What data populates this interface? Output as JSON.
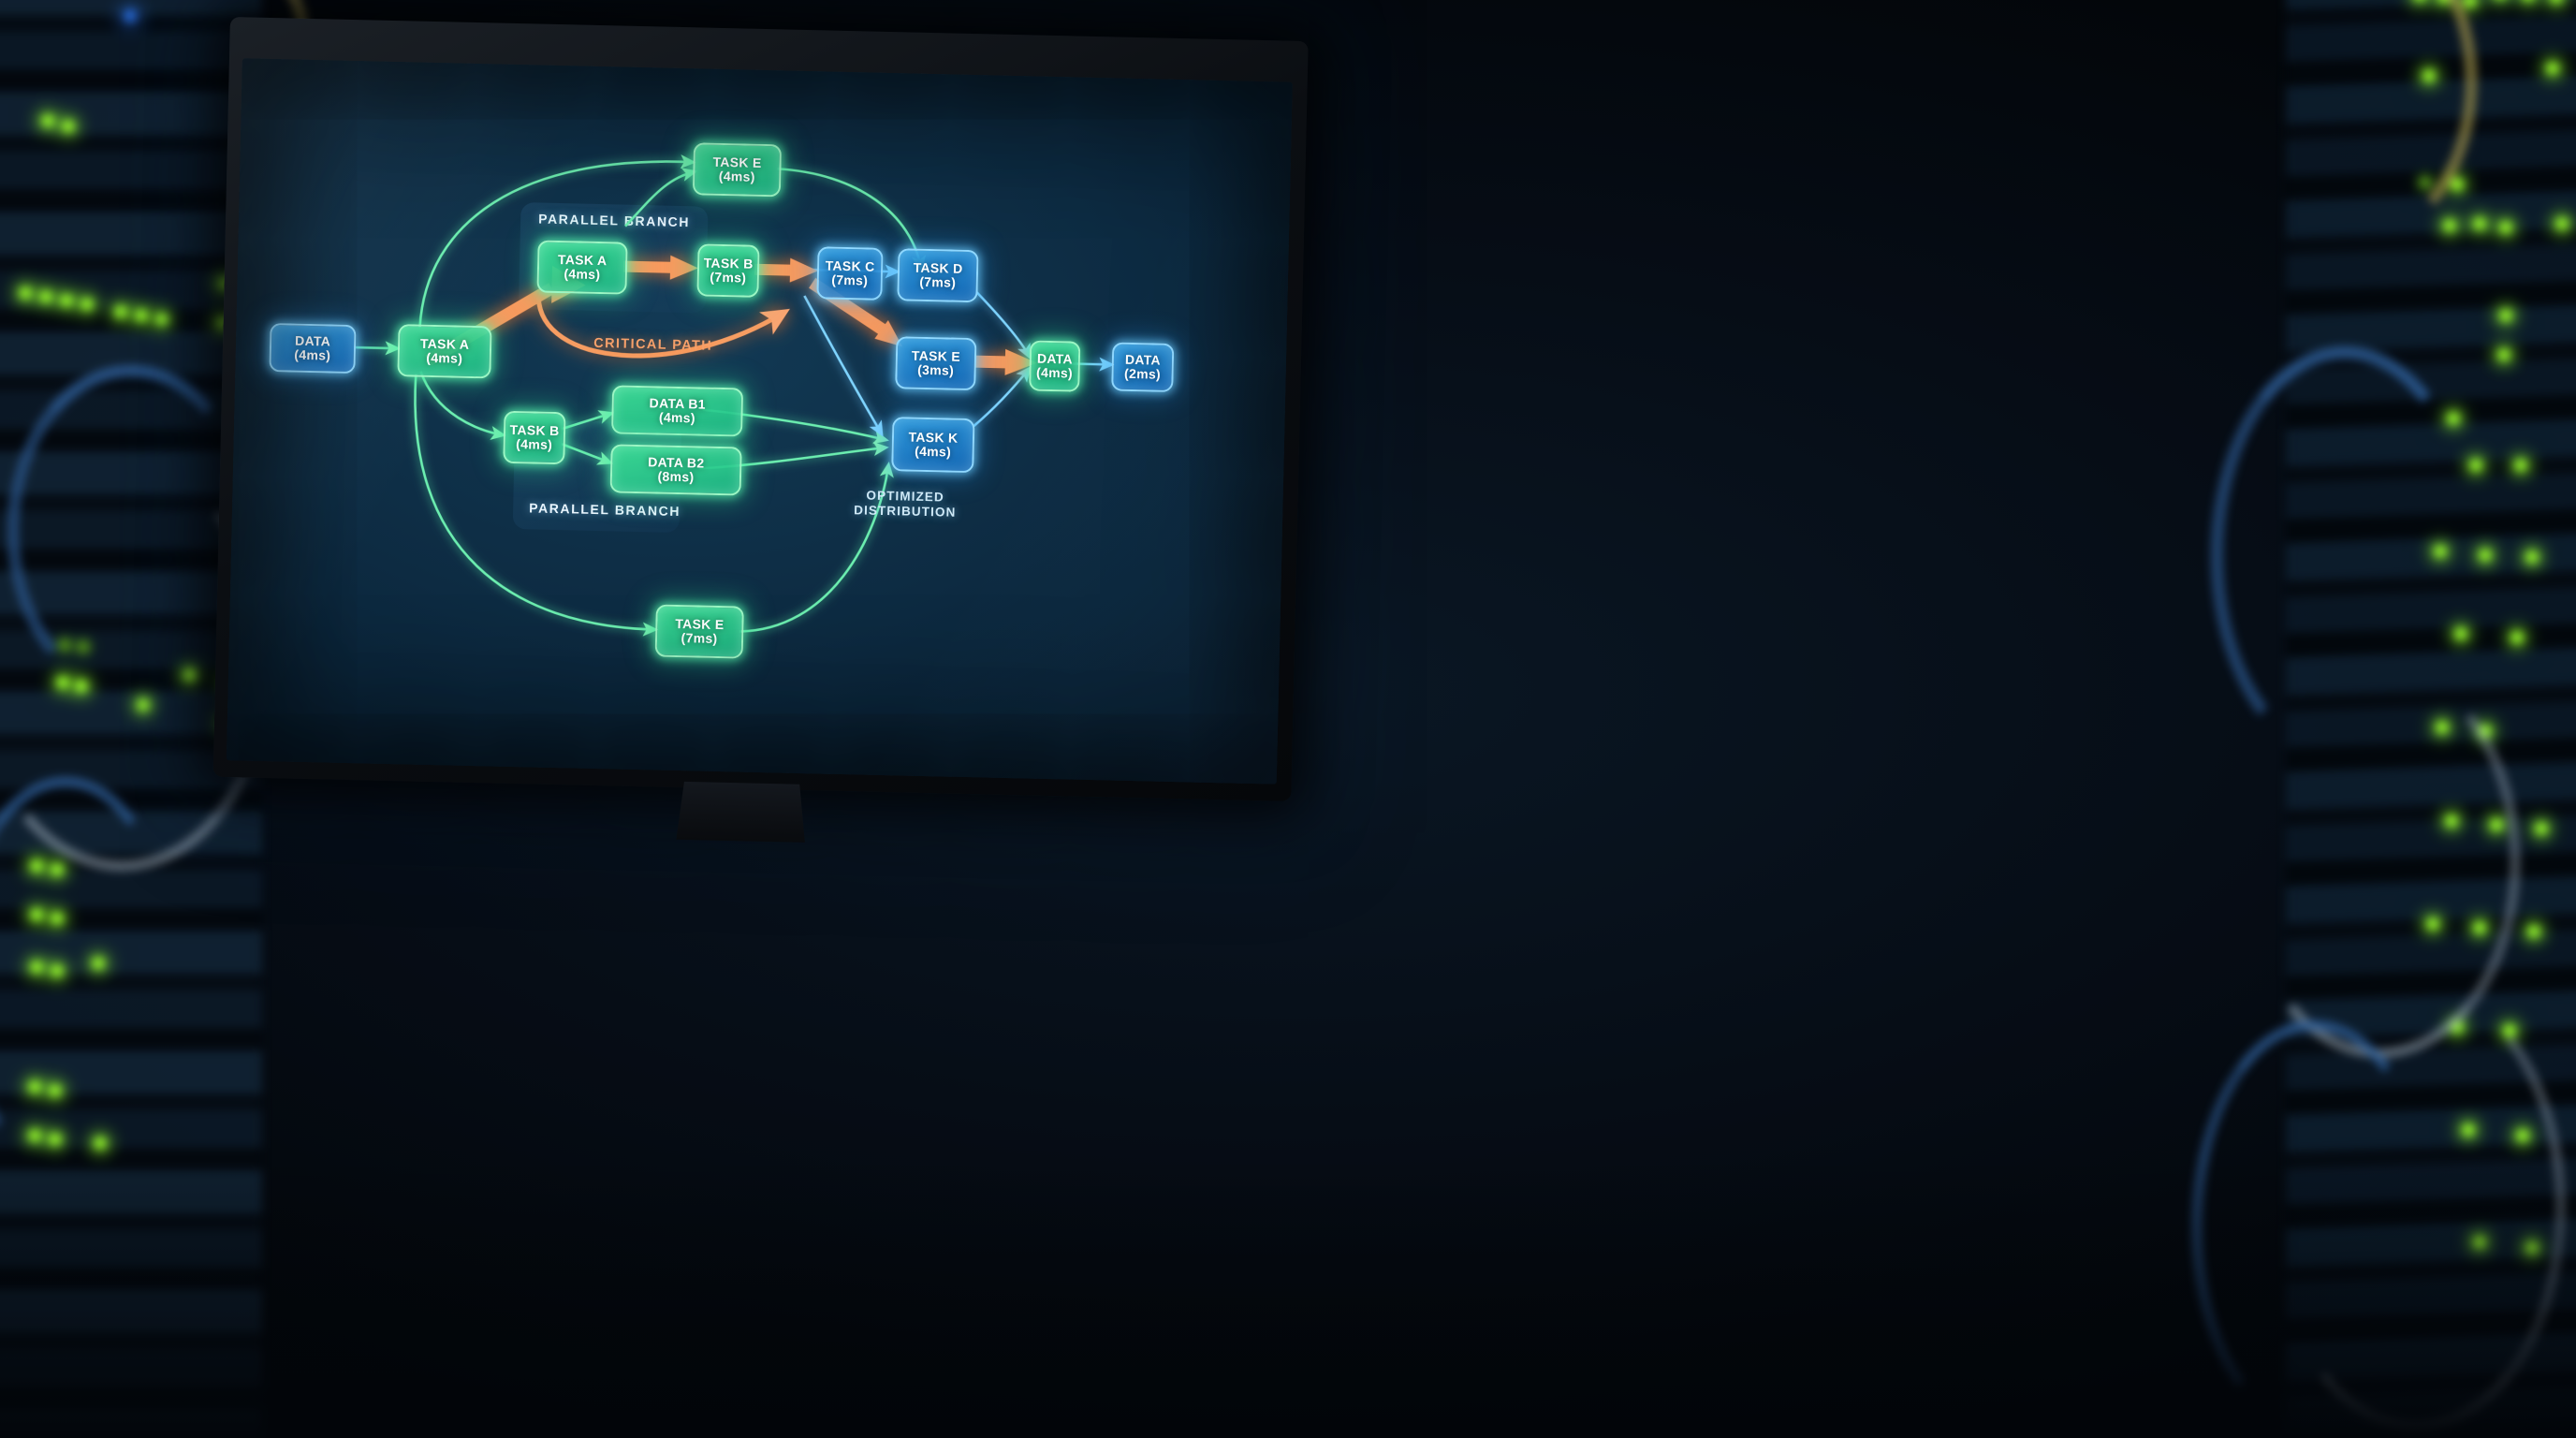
{
  "scene": {
    "setting": "server-room",
    "device": "desktop-monitor",
    "screen_bg_colors": [
      "#123a55",
      "#0d2b42",
      "#06162a",
      "#041021"
    ]
  },
  "colors": {
    "green_node": "#3cde96",
    "green_border": "#9bf7c4",
    "blue_node": "#30a0e6",
    "blue_border": "#8fd8ff",
    "critical_orange": "#f89a5e",
    "group_box": "#22547899",
    "label_text": "#eaf6ff"
  },
  "diagram": {
    "type": "dag-task-pipeline",
    "nodes": [
      {
        "id": "data-in",
        "title": "DATA",
        "duration": "(4ms)",
        "color": "blue"
      },
      {
        "id": "task-a-1",
        "title": "TASK A",
        "duration": "(4ms)",
        "color": "green"
      },
      {
        "id": "task-e-top",
        "title": "TASK E",
        "duration": "(4ms)",
        "color": "green"
      },
      {
        "id": "task-a-2",
        "title": "TASK A",
        "duration": "(4ms)",
        "color": "green"
      },
      {
        "id": "task-b-par",
        "title": "TASK B",
        "duration": "(7ms)",
        "color": "green"
      },
      {
        "id": "task-c",
        "title": "TASK C",
        "duration": "(7ms)",
        "color": "blue"
      },
      {
        "id": "task-d",
        "title": "TASK D",
        "duration": "(7ms)",
        "color": "blue"
      },
      {
        "id": "task-e-3",
        "title": "TASK E",
        "duration": "(3ms)",
        "color": "blue"
      },
      {
        "id": "data-out",
        "title": "DATA",
        "duration": "(4ms)",
        "color": "green"
      },
      {
        "id": "data-final",
        "title": "DATA",
        "duration": "(2ms)",
        "color": "blue"
      },
      {
        "id": "task-b-low",
        "title": "TASK B",
        "duration": "(4ms)",
        "color": "green"
      },
      {
        "id": "data-b1",
        "title": "DATA B1",
        "duration": "(4ms)",
        "color": "green"
      },
      {
        "id": "data-b2",
        "title": "DATA B2",
        "duration": "(8ms)",
        "color": "green"
      },
      {
        "id": "task-k",
        "title": "TASK K",
        "duration": "(4ms)",
        "color": "blue"
      },
      {
        "id": "task-e-bot",
        "title": "TASK E",
        "duration": "(7ms)",
        "color": "green"
      }
    ],
    "groups": [
      {
        "id": "parallel-branch-top",
        "label": "PARALLEL BRANCH"
      },
      {
        "id": "parallel-branch-bottom",
        "label": "PARALLEL BRANCH"
      }
    ],
    "annotations": [
      {
        "id": "critical-path",
        "label": "CRITICAL PATH",
        "color": "#f89a5e"
      },
      {
        "id": "optimized-distribution",
        "label_line1": "OPTIMIZED",
        "label_line2": "DISTRIBUTION",
        "color": "#cfe9f7"
      }
    ],
    "legend_semantics": {
      "orange_arrow": "critical path",
      "green_arrow": "standard dependency",
      "blue_arrow": "data dependency"
    }
  }
}
